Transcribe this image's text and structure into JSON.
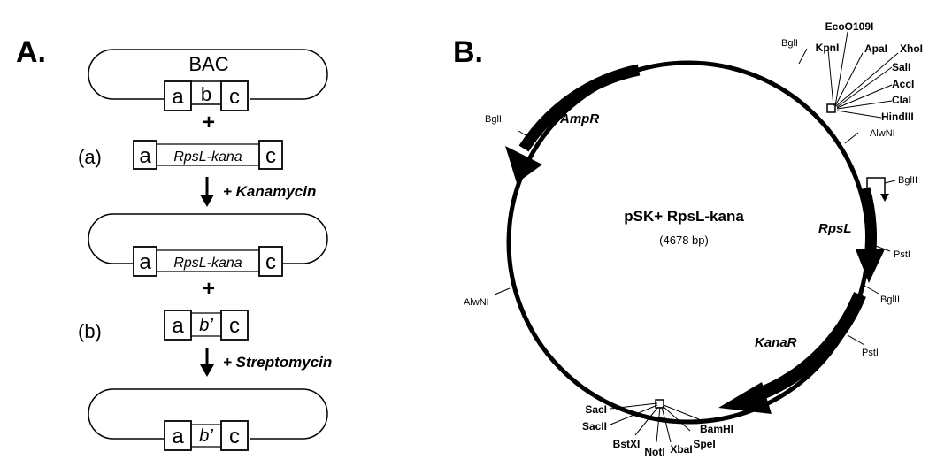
{
  "panel_a": {
    "label": "A.",
    "bac_title": "BAC",
    "box_a": "a",
    "box_b": "b",
    "box_c": "c",
    "box_b_prime": "b’",
    "plus": "+",
    "step_a_tag": "(a)",
    "step_b_tag": "(b)",
    "cassette": "RpsL-kana",
    "kanamycin": "+ Kanamycin",
    "streptomycin": "+ Streptomycin"
  },
  "panel_b": {
    "label": "B.",
    "plasmid_name": "pSK+ RpsL-kana",
    "plasmid_size": "(4678 bp)",
    "genes": {
      "ampr": "AmpR",
      "rpsl": "RpsL",
      "kanar": "KanaR"
    },
    "sites": {
      "bgl1_top": "BglI",
      "bgl1_left": "BglI",
      "alwn1_right": "AlwNI",
      "alwn1_left": "AlwNI",
      "bgl2_upper": "BglII",
      "bgl2_lower": "BglII",
      "pst1_upper": "PstI",
      "pst1_lower": "PstI"
    },
    "mcs_top": [
      "EcoO109I",
      "KpnI",
      "ApaI",
      "XhoI",
      "SalI",
      "AccI",
      "ClaI",
      "HindIII"
    ],
    "mcs_bottom": [
      "SacI",
      "SacII",
      "BstXI",
      "NotI",
      "XbaI",
      "SpeI",
      "BamHI"
    ]
  }
}
